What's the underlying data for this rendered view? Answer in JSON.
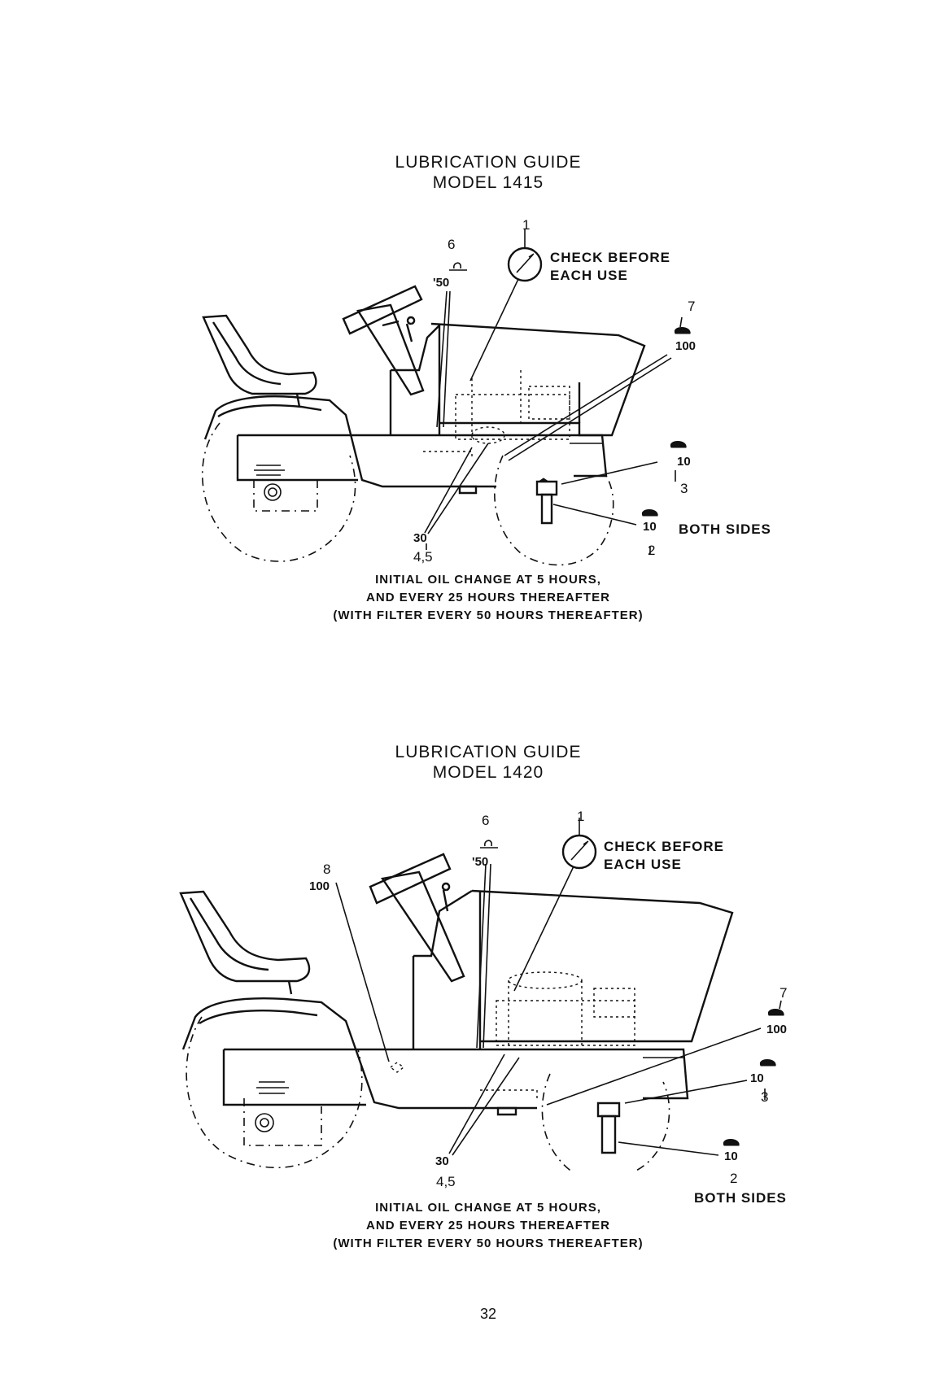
{
  "guides": [
    {
      "title_line1": "LUBRICATION GUIDE",
      "title_line2": "MODEL 1415",
      "check_label_line1": "CHECK BEFORE",
      "check_label_line2": "EACH USE",
      "both_sides_label": "BOTH SIDES",
      "callouts": {
        "c1": "1",
        "c2": "2",
        "c3": "3",
        "c45": "4,5",
        "c6": "6",
        "c7": "7"
      },
      "intervals": {
        "i6": "'50",
        "i7": "100",
        "i3": "10",
        "i2": "10",
        "i45": "30"
      },
      "note_line1": "INITIAL OIL CHANGE AT 5 HOURS,",
      "note_line2": "AND EVERY 25 HOURS THEREAFTER",
      "note_line3": "(WITH FILTER EVERY 50 HOURS THEREAFTER)"
    },
    {
      "title_line1": "LUBRICATION GUIDE",
      "title_line2": "MODEL 1420",
      "check_label_line1": "CHECK BEFORE",
      "check_label_line2": "EACH USE",
      "both_sides_label": "BOTH SIDES",
      "callouts": {
        "c1": "1",
        "c2": "2",
        "c3": "3",
        "c45": "4,5",
        "c6": "6",
        "c7": "7",
        "c8": "8"
      },
      "intervals": {
        "i6": "'50",
        "i7": "100",
        "i3": "10",
        "i2": "10",
        "i45": "30",
        "i8": "100"
      },
      "note_line1": "INITIAL OIL CHANGE AT 5 HOURS,",
      "note_line2": "AND EVERY 25 HOURS THEREAFTER",
      "note_line3": "(WITH FILTER EVERY 50 HOURS THEREAFTER)"
    }
  ],
  "page_number": "32"
}
